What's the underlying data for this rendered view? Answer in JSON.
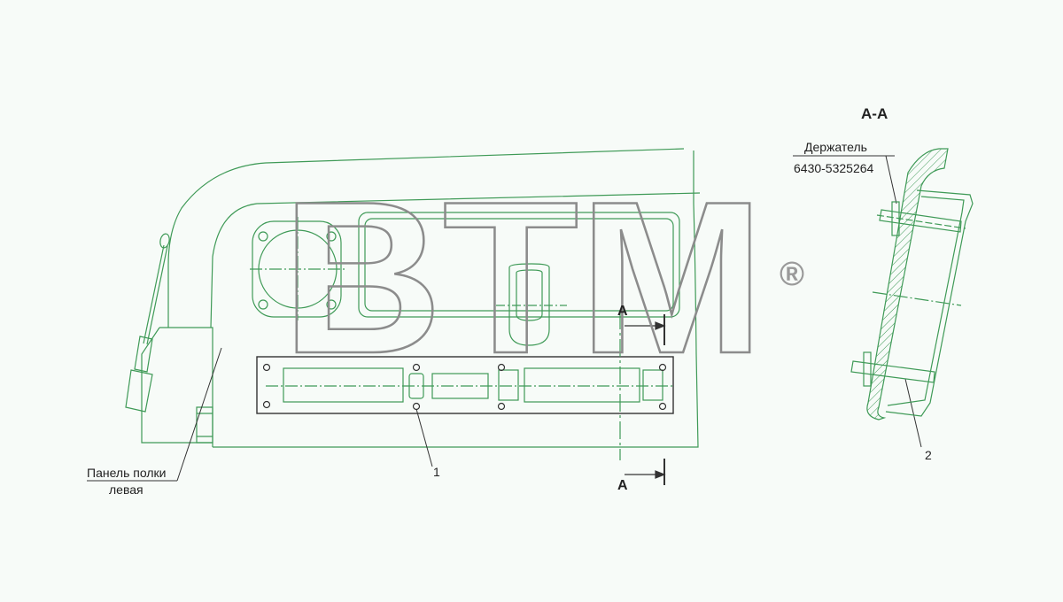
{
  "drawing": {
    "section_title": "А-А",
    "section_marker_top": "А",
    "section_marker_bottom": "А",
    "callout_holder_name": "Держатель",
    "callout_holder_code": "6430-5325264",
    "callout_panel_line1": "Панель полки",
    "callout_panel_line2": "левая",
    "callout_1": "1",
    "callout_2": "2"
  },
  "watermark": {
    "text": "BTM",
    "mark": "®"
  },
  "colors": {
    "line": "#3f9a57",
    "background": "#f7fbf8",
    "text": "#222222",
    "watermark": "#8c8c8c"
  }
}
